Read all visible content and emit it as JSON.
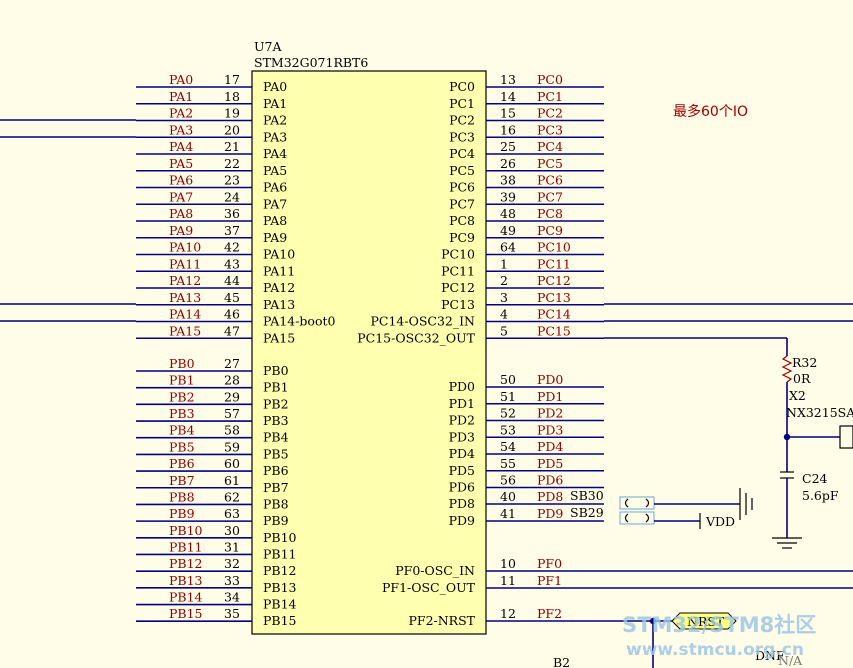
{
  "part": {
    "ref": "U7A",
    "name": "STM32G071RBT6"
  },
  "note": "最多60个IO",
  "left_pins": [
    {
      "net": "PA0",
      "num": "17",
      "name": "PA0"
    },
    {
      "net": "PA1",
      "num": "18",
      "name": "PA1"
    },
    {
      "net": "PA2",
      "num": "19",
      "name": "PA2"
    },
    {
      "net": "PA3",
      "num": "20",
      "name": "PA3"
    },
    {
      "net": "PA4",
      "num": "21",
      "name": "PA4"
    },
    {
      "net": "PA5",
      "num": "22",
      "name": "PA5"
    },
    {
      "net": "PA6",
      "num": "23",
      "name": "PA6"
    },
    {
      "net": "PA7",
      "num": "24",
      "name": "PA7"
    },
    {
      "net": "PA8",
      "num": "36",
      "name": "PA8"
    },
    {
      "net": "PA9",
      "num": "37",
      "name": "PA9"
    },
    {
      "net": "PA10",
      "num": "42",
      "name": "PA10"
    },
    {
      "net": "PA11",
      "num": "43",
      "name": "PA11"
    },
    {
      "net": "PA12",
      "num": "44",
      "name": "PA12"
    },
    {
      "net": "PA13",
      "num": "45",
      "name": "PA13"
    },
    {
      "net": "PA14",
      "num": "46",
      "name": "PA14-boot0"
    },
    {
      "net": "PA15",
      "num": "47",
      "name": "PA15"
    },
    {
      "net": "PB0",
      "num": "27",
      "name": "PB0"
    },
    {
      "net": "PB1",
      "num": "28",
      "name": "PB1"
    },
    {
      "net": "PB2",
      "num": "29",
      "name": "PB2"
    },
    {
      "net": "PB3",
      "num": "57",
      "name": "PB3"
    },
    {
      "net": "PB4",
      "num": "58",
      "name": "PB4"
    },
    {
      "net": "PB5",
      "num": "59",
      "name": "PB5"
    },
    {
      "net": "PB6",
      "num": "60",
      "name": "PB6"
    },
    {
      "net": "PB7",
      "num": "61",
      "name": "PB7"
    },
    {
      "net": "PB8",
      "num": "62",
      "name": "PB8"
    },
    {
      "net": "PB9",
      "num": "63",
      "name": "PB9"
    },
    {
      "net": "PB10",
      "num": "30",
      "name": "PB10"
    },
    {
      "net": "PB11",
      "num": "31",
      "name": "PB11"
    },
    {
      "net": "PB12",
      "num": "32",
      "name": "PB12"
    },
    {
      "net": "PB13",
      "num": "33",
      "name": "PB13"
    },
    {
      "net": "PB14",
      "num": "34",
      "name": "PB14"
    },
    {
      "net": "PB15",
      "num": "35",
      "name": "PB15"
    }
  ],
  "right_pins": [
    {
      "name": "PC0",
      "num": "13",
      "net": "PC0"
    },
    {
      "name": "PC1",
      "num": "14",
      "net": "PC1"
    },
    {
      "name": "PC2",
      "num": "15",
      "net": "PC2"
    },
    {
      "name": "PC3",
      "num": "16",
      "net": "PC3"
    },
    {
      "name": "PC4",
      "num": "25",
      "net": "PC4"
    },
    {
      "name": "PC5",
      "num": "26",
      "net": "PC5"
    },
    {
      "name": "PC6",
      "num": "38",
      "net": "PC6"
    },
    {
      "name": "PC7",
      "num": "39",
      "net": "PC7"
    },
    {
      "name": "PC8",
      "num": "48",
      "net": "PC8"
    },
    {
      "name": "PC9",
      "num": "49",
      "net": "PC9"
    },
    {
      "name": "PC10",
      "num": "64",
      "net": "PC10"
    },
    {
      "name": "PC11",
      "num": "1",
      "net": "PC11"
    },
    {
      "name": "PC12",
      "num": "2",
      "net": "PC12"
    },
    {
      "name": "PC13",
      "num": "3",
      "net": "PC13"
    },
    {
      "name": "PC14-OSC32_IN",
      "num": "4",
      "net": "PC14"
    },
    {
      "name": "PC15-OSC32_OUT",
      "num": "5",
      "net": "PC15"
    },
    {
      "name": "PD0",
      "num": "50",
      "net": "PD0"
    },
    {
      "name": "PD1",
      "num": "51",
      "net": "PD1"
    },
    {
      "name": "PD2",
      "num": "52",
      "net": "PD2"
    },
    {
      "name": "PD3",
      "num": "53",
      "net": "PD3"
    },
    {
      "name": "PD4",
      "num": "54",
      "net": "PD4"
    },
    {
      "name": "PD5",
      "num": "55",
      "net": "PD5"
    },
    {
      "name": "PD6",
      "num": "56",
      "net": "PD6"
    },
    {
      "name": "PD8",
      "num": "40",
      "net": "PD8"
    },
    {
      "name": "PD9",
      "num": "41",
      "net": "PD9"
    },
    {
      "name": "PF0-OSC_IN",
      "num": "10",
      "net": "PF0"
    },
    {
      "name": "PF1-OSC_OUT",
      "num": "11",
      "net": "PF1"
    },
    {
      "name": "PF2-NRST",
      "num": "12",
      "net": "PF2"
    }
  ],
  "solder_bridges": [
    "SB30",
    "SB29"
  ],
  "vdd_label": "VDD",
  "resistor": {
    "ref": "R32",
    "value": "0R"
  },
  "crystal": {
    "ref": "X2",
    "part": "NX3215SA"
  },
  "capacitor": {
    "ref": "C24",
    "value": "5.6pF"
  },
  "nrst_port": "NRST",
  "dnf_label": "DNF",
  "n_a_label": "N/A",
  "b2_label": "B2",
  "watermark": {
    "line1": "STM32/STM8社区",
    "line2": "www.stmcu.org.cn"
  }
}
